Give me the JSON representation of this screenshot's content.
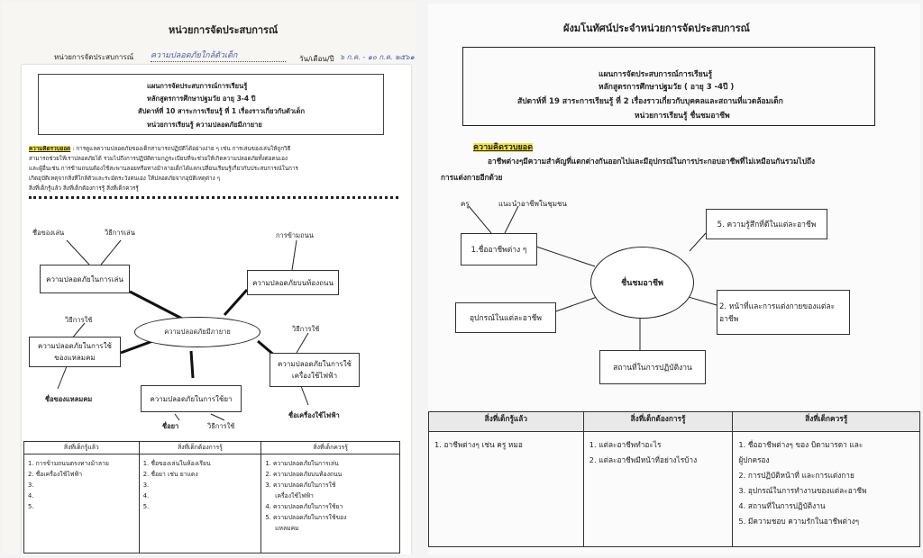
{
  "left_page": {
    "top_title": "หน่วยการจัดประสบการณ์",
    "unit_label": "หน่วยการจัดประสบการณ์",
    "unit_value_hw": "ความปลอดภัยใกล้ตัวเด็ก",
    "date_label": "วัน/เดือน/ปี",
    "date_value_hw": "๖ ก.ค. - ๑๐ ก.ค. ๒๕๖๑",
    "header_lines": [
      "แผนการจัดประสบการณ์การเรียนรู้",
      "หลักสูตรการศึกษาปฐมวัย อายุ 3-4 ปี",
      "สัปดาห์ที่  10  สาระการเรียนรู้ ที่ 1  เรื่องราวเกี่ยวกับตัวเด็ก",
      "หน่วยการเรียนรู้  ความปลอดภัยมีภายาย"
    ],
    "concept_label": "ความคิดรวบยอด",
    "concept_text": [
      ": การดูแลความปลอดภัยของเด็กสามารถปฏิบัติได้อย่างง่าย ๆ เช่น การเล่นของเล่นให้ถูกวิธี",
      "สามารถช่วยให้เราปลอดภัยได้ รวมไปถึงการปฏิบัติตามกฎระเบียบที่จะช่วยให้เกิดความปลอดภัยทั้งต่อตนเอง",
      "และผู้อื่นเช่น การข้ามถนนต้องใช้สะพานลอยหรือทางม้าลายเด็กได้แลกเปลี่ยนเรียนรู้เกี่ยวกับประสบการณ์ในการ",
      "เกิดอุบัติเหตุจากสิ่งที่ใกล้ตัวและระมัดระวังตนเอง ให้ปลอดภัยจากอุบัติเหตุต่าง ๆ",
      "สิ่งที่เด็กรู้แล้ว  สิ่งที่เด็กต้องการรู้  สิ่งที่เด็กควรรู้"
    ],
    "mindmap": {
      "center": "ความปลอดภัยมีภายาย",
      "nodes": {
        "play": "ความปลอดภัยในการเล่น",
        "road": "ความปลอดภัยบนท้องถนน",
        "sharp": "ความปลอดภัยในการใช้ของแหลมคม",
        "elec": "ความปลอดภัยในการใช้เครื่องใช้ไฟฟ้า",
        "drug": "ความปลอดภัยในการใช้ยา"
      },
      "leaves": {
        "toy_name": "ชื่อของเล่น",
        "play_method": "วิธีการเล่น",
        "crossing": "การข้ามถนน",
        "sharp_method": "วิธีการใช้",
        "sharp_name": "ชื่อของแหลมคม",
        "elec_method": "วิธีการใช้",
        "elec_name": "ชื่อเครื่องใช้ไฟฟ้า",
        "drug_name": "ชื่อยา",
        "drug_method": "วิธีการใช้"
      }
    },
    "table": {
      "headers": [
        "สิ่งที่เด็กรู้แล้ว",
        "สิ่งที่เด็กต้องการรู้",
        "สิ่งที่เด็กควรรู้"
      ],
      "col1": [
        "1.  การข้ามถนนตรงทางม้าลาย",
        "2.  ชื่อเครื่องใช้ไฟฟ้า",
        "3.",
        "4.",
        "5."
      ],
      "col2": [
        "1.  ชื่อของเล่นในห้องเรียน",
        "2.  ชื่อยา  เช่น  ยาแดง",
        "3.",
        "4.",
        "5."
      ],
      "col3": [
        "1.  ความปลอดภัยในการเล่น",
        "2.  ความปลอดภัยบนท้องถนน",
        "3.  ความปลอดภัยในการใช้",
        "     เครื่องใช้ไฟฟ้า",
        "4.  ความปลอดภัยในการใช้ยา",
        "5.  ความปลอดภัยในการใช้ของ",
        "     แหลมคม"
      ]
    }
  },
  "right_page": {
    "top_title": "ผังมโนทัศน์ประจำหน่วยการจัดประสบการณ์",
    "header_lines": [
      "แผนการจัดประสบการณ์การเรียนรู้",
      "หลักสูตรการศึกษาปฐมวัย ( อายุ 3 -4ปี )",
      "สัปดาห์ที่     19    สาระการเรียนรู้ ที่ 2 เรื่องราวเกี่ยวกับบุคคลและสถานที่แวดล้อมเด็ก",
      "หน่วยการเรียนรู้  ชื่นชมอาชีพ"
    ],
    "concept_label": "ความคิดรวบยอด",
    "concept_text": [
      "อาชีพต่างๆมีความสำคัญที่แตกต่างกันออกไปและมีอุปกรณ์ในการประกอบอาชีพที่ไม่เหมือนกันรวมไปถึง",
      "การแต่งกายอีกด้วย"
    ],
    "mindmap": {
      "center": "ชื่นชมอาชีพ",
      "n1": "1.ชื่ออาชีพต่าง ๆ",
      "n2": "2. หน้าที่และการแต่งกายของแต่ละอาชีพ",
      "n3": "สถานที่ในการปฏิบัติงาน",
      "n4": "อุปกรณ์ในแต่ละอาชีพ",
      "n5": "5. ความรู้สึกที่ดีในแต่ละอาชีพ",
      "leaf_teacher": "ครู",
      "leaf_guide": "แนะนำอาชีพในชุมชน"
    },
    "table": {
      "headers": [
        "สิ่งที่เด็กรู้แล้ว",
        "สิ่งที่เด็กต้องการรู้",
        "สิ่งที่เด็กควรรู้"
      ],
      "col1": [
        "1. อาชีพต่างๆ เช่น ครู หมอ"
      ],
      "col2": [
        "1. แต่ละอาชีพทำอะไร",
        "2. แต่ละอาชีพมีหน้าที่อย่างไรบ้าง"
      ],
      "col3": [
        "1. ชื่ออาชีพต่างๆ ของ บิดามารดา และ",
        "ผู้ปกครอง",
        "2. การปฏิบัติหน้าที่ และการแต่งกาย",
        "3. อุปกรณ์ในการทำงานของแต่ละอาชีพ",
        "4. สถานที่ในการปฏิบัติงาน",
        "5. มีความชอบ ความรักในอาชีพต่างๆ"
      ]
    }
  }
}
